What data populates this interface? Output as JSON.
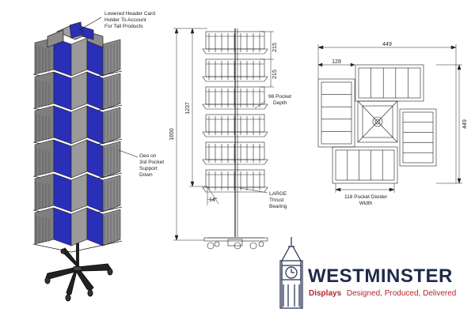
{
  "annotations": {
    "header_line1": "Lowered Header Card",
    "header_line2": "Holder To Account",
    "header_line3": "For Tall Products",
    "geo_line1": "Geo on",
    "geo_line2": "3rd Pocket",
    "geo_line3": "Support",
    "geo_line4": "Down",
    "pocket_depth_line1": "96 Pocket",
    "pocket_depth_line2": "Depth",
    "bearing_line1": "LARGE",
    "bearing_line2": "Thrust",
    "bearing_line3": "Bearing",
    "divider_line1": "118 Pocket Divider",
    "divider_line2": "Width"
  },
  "dimensions": {
    "overall_height": "1650",
    "stack_height": "1237",
    "spacing_upper": "215",
    "spacing_lower": "215",
    "angle": "14°",
    "plan_width": "449",
    "plan_height": "449",
    "pocket_width": "128"
  },
  "logo": {
    "name": "WESTMINSTER",
    "tagline_bold": "Displays",
    "tagline_rest": "Designed, Produced, Delivered"
  },
  "colors": {
    "panel_blue": "#2a2fb8",
    "panel_grey": "#9a9a9a",
    "logo_navy": "#1f2a4a",
    "logo_red": "#b3262e"
  }
}
